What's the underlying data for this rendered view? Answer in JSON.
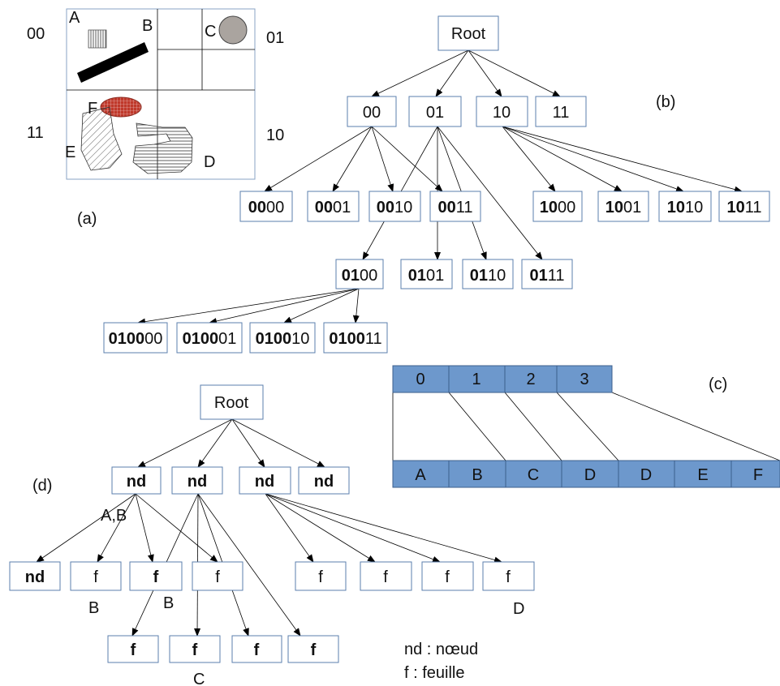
{
  "panel_a": {
    "label": "(a)",
    "quadrant_codes": {
      "q00": "00",
      "q01": "01",
      "q11": "11",
      "q10": "10"
    },
    "objects": {
      "A": "A",
      "B": "B",
      "C": "C",
      "D": "D",
      "E": "E",
      "F": "F"
    }
  },
  "panel_b": {
    "label": "(b)",
    "root": "Root",
    "level1": [
      "00",
      "01",
      "10",
      "11"
    ],
    "level2_00": [
      {
        "bold": "00",
        "rest": "00"
      },
      {
        "bold": "00",
        "rest": "01"
      },
      {
        "bold": "00",
        "rest": "10"
      },
      {
        "bold": "00",
        "rest": "11"
      }
    ],
    "level2_10": [
      {
        "bold": "10",
        "rest": "00"
      },
      {
        "bold": "10",
        "rest": "01"
      },
      {
        "bold": "10",
        "rest": "10"
      },
      {
        "bold": "10",
        "rest": "11"
      }
    ],
    "level2_01": [
      {
        "bold": "01",
        "rest": "00"
      },
      {
        "bold": "01",
        "rest": "01"
      },
      {
        "bold": "01",
        "rest": "10"
      },
      {
        "bold": "01",
        "rest": "11"
      }
    ],
    "level3_0100": [
      {
        "bold": "0100",
        "rest": "00"
      },
      {
        "bold": "0100",
        "rest": "01"
      },
      {
        "bold": "0100",
        "rest": "10"
      },
      {
        "bold": "0100",
        "rest": "11"
      }
    ]
  },
  "panel_c": {
    "label": "(c)",
    "index_cells": [
      "0",
      "1",
      "2",
      "3"
    ],
    "object_cells": [
      "A",
      "B",
      "C",
      "D",
      "D",
      "E",
      "F"
    ]
  },
  "panel_d": {
    "label": "(d)",
    "root": "Root",
    "level1": [
      "nd",
      "nd",
      "nd",
      "nd"
    ],
    "level1_annotation": "A,B",
    "group1": [
      "nd",
      "f",
      "f",
      "f"
    ],
    "group1_annotations": [
      "B",
      "B"
    ],
    "group2": [
      "f",
      "f",
      "f",
      "f"
    ],
    "group2_annotation": "C",
    "group3": [
      "f",
      "f",
      "f",
      "f"
    ],
    "group3_annotation": "D",
    "legend": [
      "nd : nœud",
      "f : feuille"
    ]
  }
}
